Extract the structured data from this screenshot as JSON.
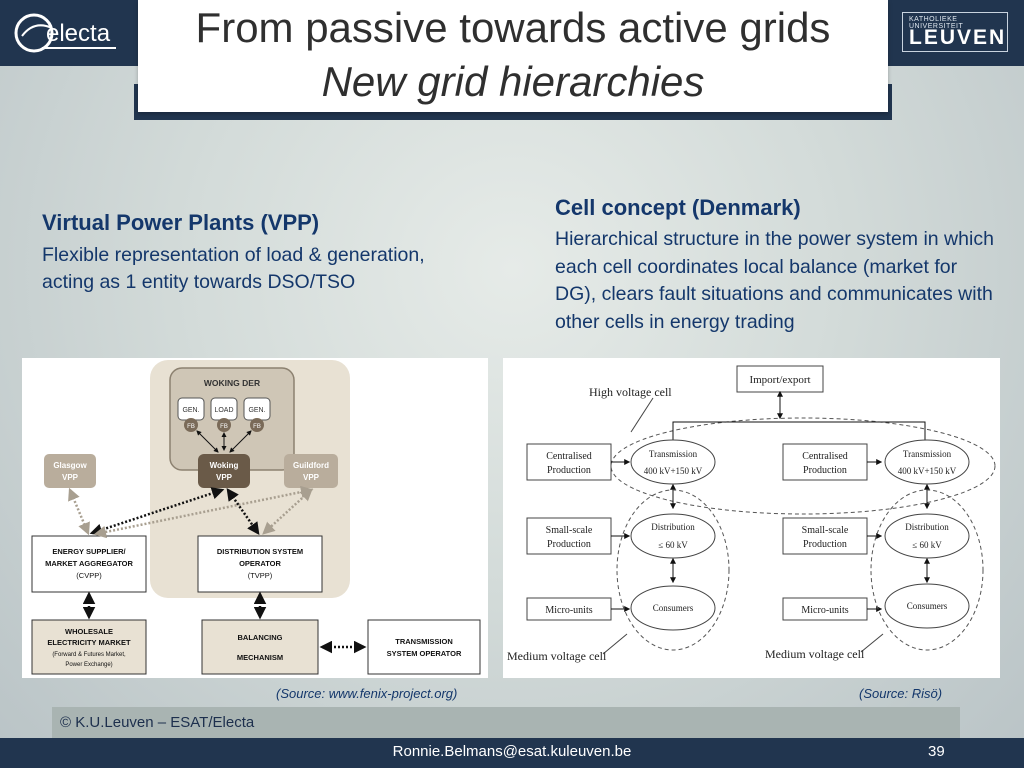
{
  "header": {
    "logo_electa_text": "electa",
    "logo_leuven_small": "KATHOLIEKE UNIVERSITEIT",
    "logo_leuven_big": "LEUVEN",
    "title_line1": "From passive towards active grids",
    "title_line2": "New grid hierarchies"
  },
  "vpp": {
    "heading": "Virtual Power Plants (VPP)",
    "body": "Flexible representation of load & generation, acting as 1 entity towards DSO/TSO"
  },
  "cell": {
    "heading": "Cell concept (Denmark)",
    "body": "Hierarchical structure in the power system in which each cell coordinates local balance (market for DG), clears fault situations and communicates with other cells in energy trading"
  },
  "vpp_diagram": {
    "woking_der": "WOKING DER",
    "gen1": "GEN.",
    "load": "LOAD",
    "gen2": "GEN.",
    "fb": "FB",
    "glasgow_l1": "Glasgow",
    "glasgow_l2": "VPP",
    "woking_l1": "Woking",
    "woking_l2": "VPP",
    "guildford_l1": "Guildford",
    "guildford_l2": "VPP",
    "energy_l1": "ENERGY SUPPLIER/",
    "energy_l2": "MARKET AGGREGATOR",
    "energy_l3": "(CVPP)",
    "dso_l1": "DISTRIBUTION SYSTEM",
    "dso_l2": "OPERATOR",
    "dso_l3": "(TVPP)",
    "wholesale_l1": "WHOLESALE",
    "wholesale_l2": "ELECTRICITY MARKET",
    "wholesale_l3": "(Forward & Futures Market,",
    "wholesale_l4": "Power Exchange)",
    "balancing_l1": "BALANCING",
    "balancing_l2": "MECHANISM",
    "tso_l1": "TRANSMISSION",
    "tso_l2": "SYSTEM OPERATOR"
  },
  "cell_diagram": {
    "import_export": "Import/export",
    "hv_cell": "High voltage cell",
    "centralised_l1": "Centralised",
    "centralised_l2": "Production",
    "transmission": "Transmission",
    "transmission_v": "400 kV+150 kV",
    "smallscale_l1": "Small-scale",
    "smallscale_l2": "Production",
    "distribution": "Distribution",
    "distribution_v": "≤ 60 kV",
    "microunits": "Micro-units",
    "consumers": "Consumers",
    "mv_cell": "Medium voltage cell"
  },
  "sources": {
    "left": "(Source: www.fenix-project.org)",
    "right": "(Source: Risö)"
  },
  "footer": {
    "copyright": "© K.U.Leuven – ESAT/Electa",
    "email": "Ronnie.Belmans@esat.kuleuven.be",
    "page": "39"
  }
}
